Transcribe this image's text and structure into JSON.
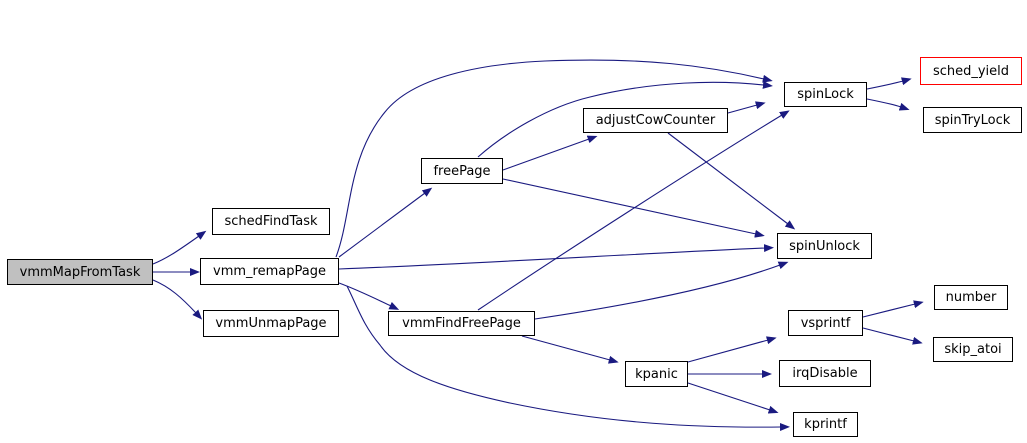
{
  "diagram": {
    "kind": "function-call-graph",
    "colors": {
      "background": "#ffffff",
      "edge": "#1a1a80",
      "node_fill": "#ffffff",
      "node_border": "#000000",
      "root_node_fill": "#c0c0c0",
      "external_node_border": "#ff0000",
      "text": "#000000"
    },
    "nodes": [
      {
        "id": "vmmMapFromTask",
        "label": "vmmMapFromTask",
        "style": "root"
      },
      {
        "id": "schedFindTask",
        "label": "schedFindTask",
        "style": "normal"
      },
      {
        "id": "vmm_remapPage",
        "label": "vmm_remapPage",
        "style": "normal"
      },
      {
        "id": "vmmUnmapPage",
        "label": "vmmUnmapPage",
        "style": "normal"
      },
      {
        "id": "freePage",
        "label": "freePage",
        "style": "normal"
      },
      {
        "id": "adjustCowCounter",
        "label": "adjustCowCounter",
        "style": "normal"
      },
      {
        "id": "vmmFindFreePage",
        "label": "vmmFindFreePage",
        "style": "normal"
      },
      {
        "id": "spinLock",
        "label": "spinLock",
        "style": "normal"
      },
      {
        "id": "sched_yield",
        "label": "sched_yield",
        "style": "external"
      },
      {
        "id": "spinTryLock",
        "label": "spinTryLock",
        "style": "normal"
      },
      {
        "id": "spinUnlock",
        "label": "spinUnlock",
        "style": "normal"
      },
      {
        "id": "vsprintf",
        "label": "vsprintf",
        "style": "normal"
      },
      {
        "id": "number",
        "label": "number",
        "style": "normal"
      },
      {
        "id": "skip_atoi",
        "label": "skip_atoi",
        "style": "normal"
      },
      {
        "id": "irqDisable",
        "label": "irqDisable",
        "style": "normal"
      },
      {
        "id": "kpanic",
        "label": "kpanic",
        "style": "normal"
      },
      {
        "id": "kprintf",
        "label": "kprintf",
        "style": "normal"
      }
    ],
    "edges": [
      {
        "from": "vmmMapFromTask",
        "to": "schedFindTask"
      },
      {
        "from": "vmmMapFromTask",
        "to": "vmm_remapPage"
      },
      {
        "from": "vmmMapFromTask",
        "to": "vmmUnmapPage"
      },
      {
        "from": "vmm_remapPage",
        "to": "freePage"
      },
      {
        "from": "vmm_remapPage",
        "to": "spinLock"
      },
      {
        "from": "vmm_remapPage",
        "to": "spinUnlock"
      },
      {
        "from": "vmm_remapPage",
        "to": "vmmFindFreePage"
      },
      {
        "from": "vmm_remapPage",
        "to": "kprintf"
      },
      {
        "from": "freePage",
        "to": "adjustCowCounter"
      },
      {
        "from": "freePage",
        "to": "spinLock"
      },
      {
        "from": "freePage",
        "to": "spinUnlock"
      },
      {
        "from": "adjustCowCounter",
        "to": "spinLock"
      },
      {
        "from": "adjustCowCounter",
        "to": "spinUnlock"
      },
      {
        "from": "vmmFindFreePage",
        "to": "spinLock"
      },
      {
        "from": "vmmFindFreePage",
        "to": "spinUnlock"
      },
      {
        "from": "vmmFindFreePage",
        "to": "kpanic"
      },
      {
        "from": "kpanic",
        "to": "vsprintf"
      },
      {
        "from": "kpanic",
        "to": "irqDisable"
      },
      {
        "from": "kpanic",
        "to": "kprintf"
      },
      {
        "from": "spinLock",
        "to": "sched_yield"
      },
      {
        "from": "spinLock",
        "to": "spinTryLock"
      },
      {
        "from": "vsprintf",
        "to": "number"
      },
      {
        "from": "vsprintf",
        "to": "skip_atoi"
      }
    ]
  }
}
